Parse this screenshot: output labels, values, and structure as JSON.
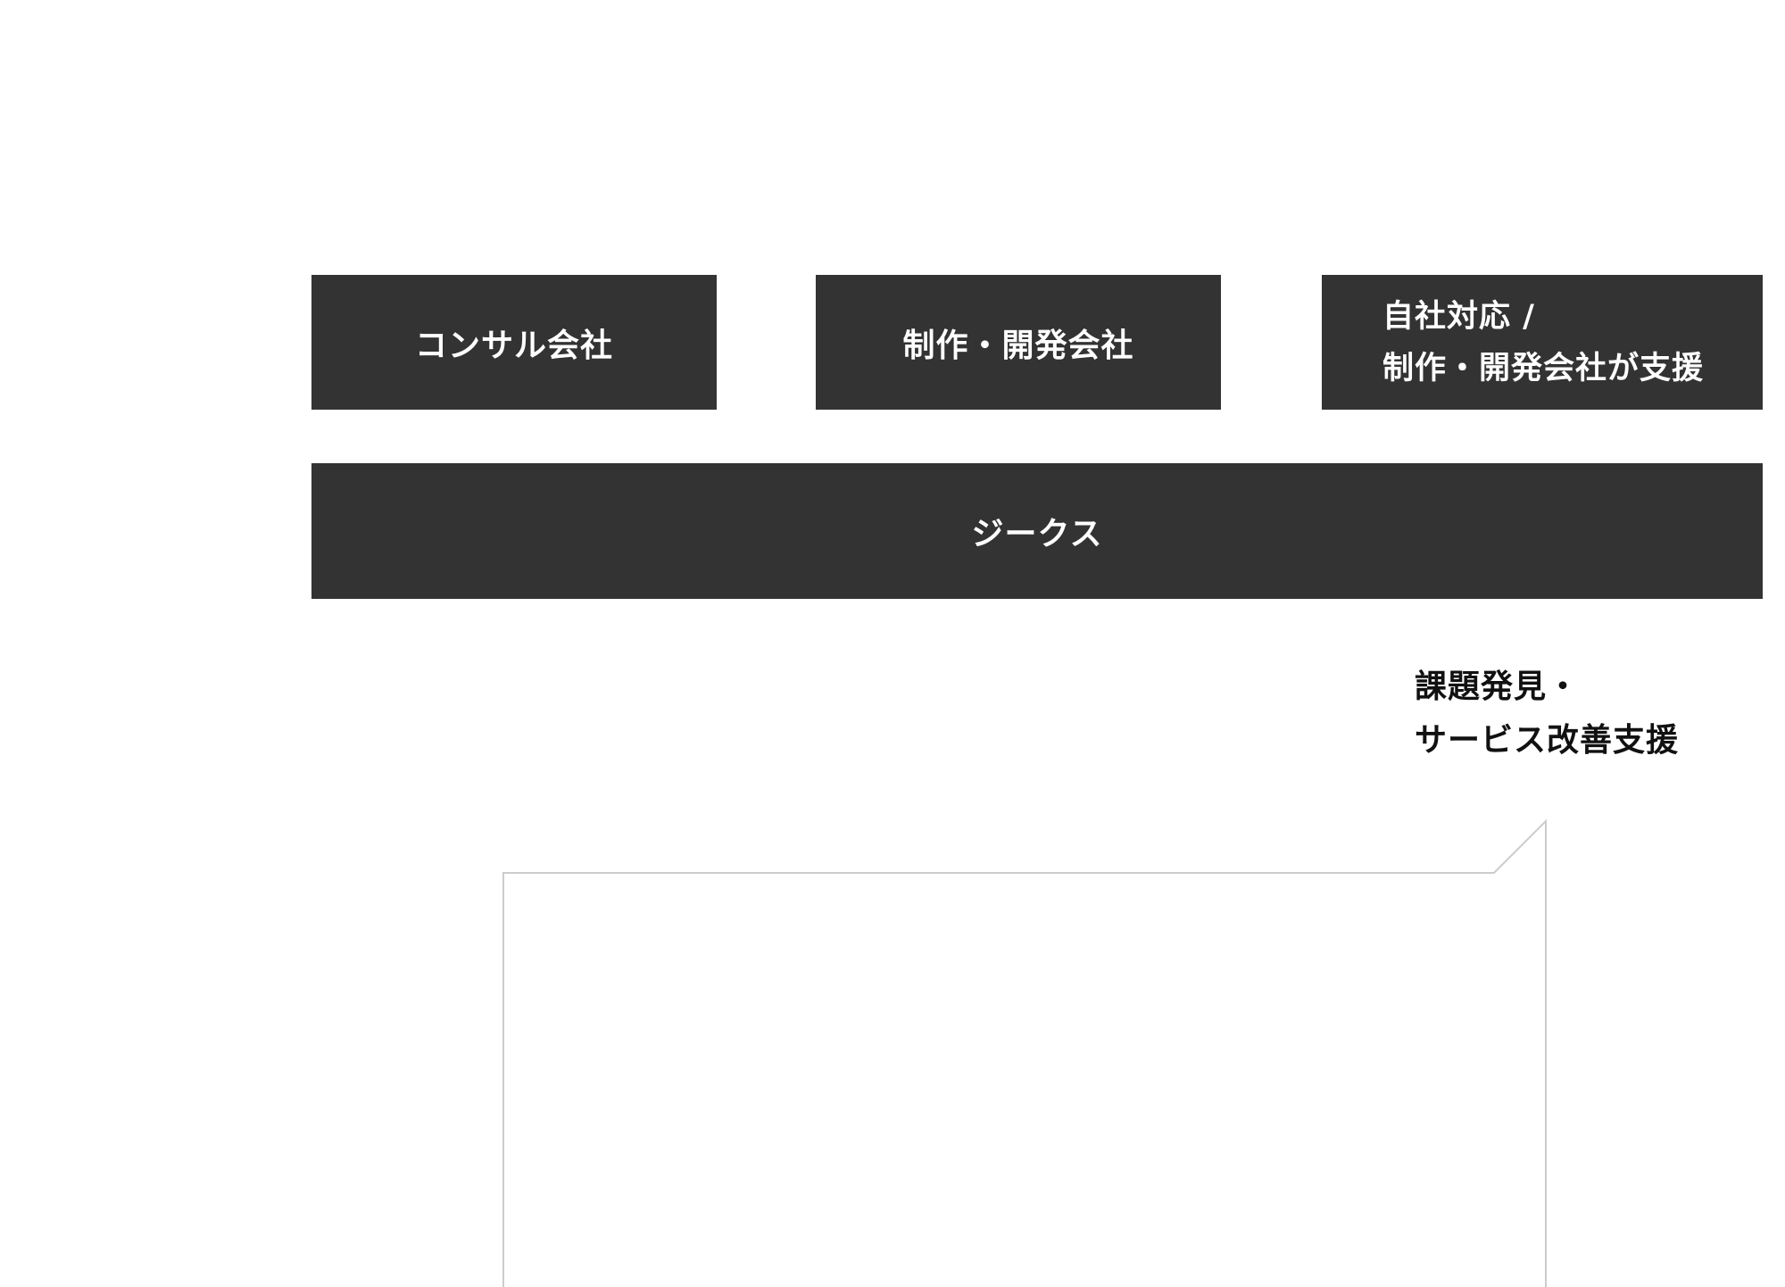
{
  "boxes": {
    "consul": "コンサル会社",
    "dev": "制作・開発会社",
    "self_line1": "自社対応 /",
    "self_line2": "制作・開発会社が支援",
    "zeex": "ジークス"
  },
  "support": {
    "line1": "課題発見・",
    "line2": "サービス改善支援"
  },
  "colors": {
    "box_fill": "#333333",
    "box_text": "#ffffff",
    "callout_stroke": "#cccccc"
  }
}
